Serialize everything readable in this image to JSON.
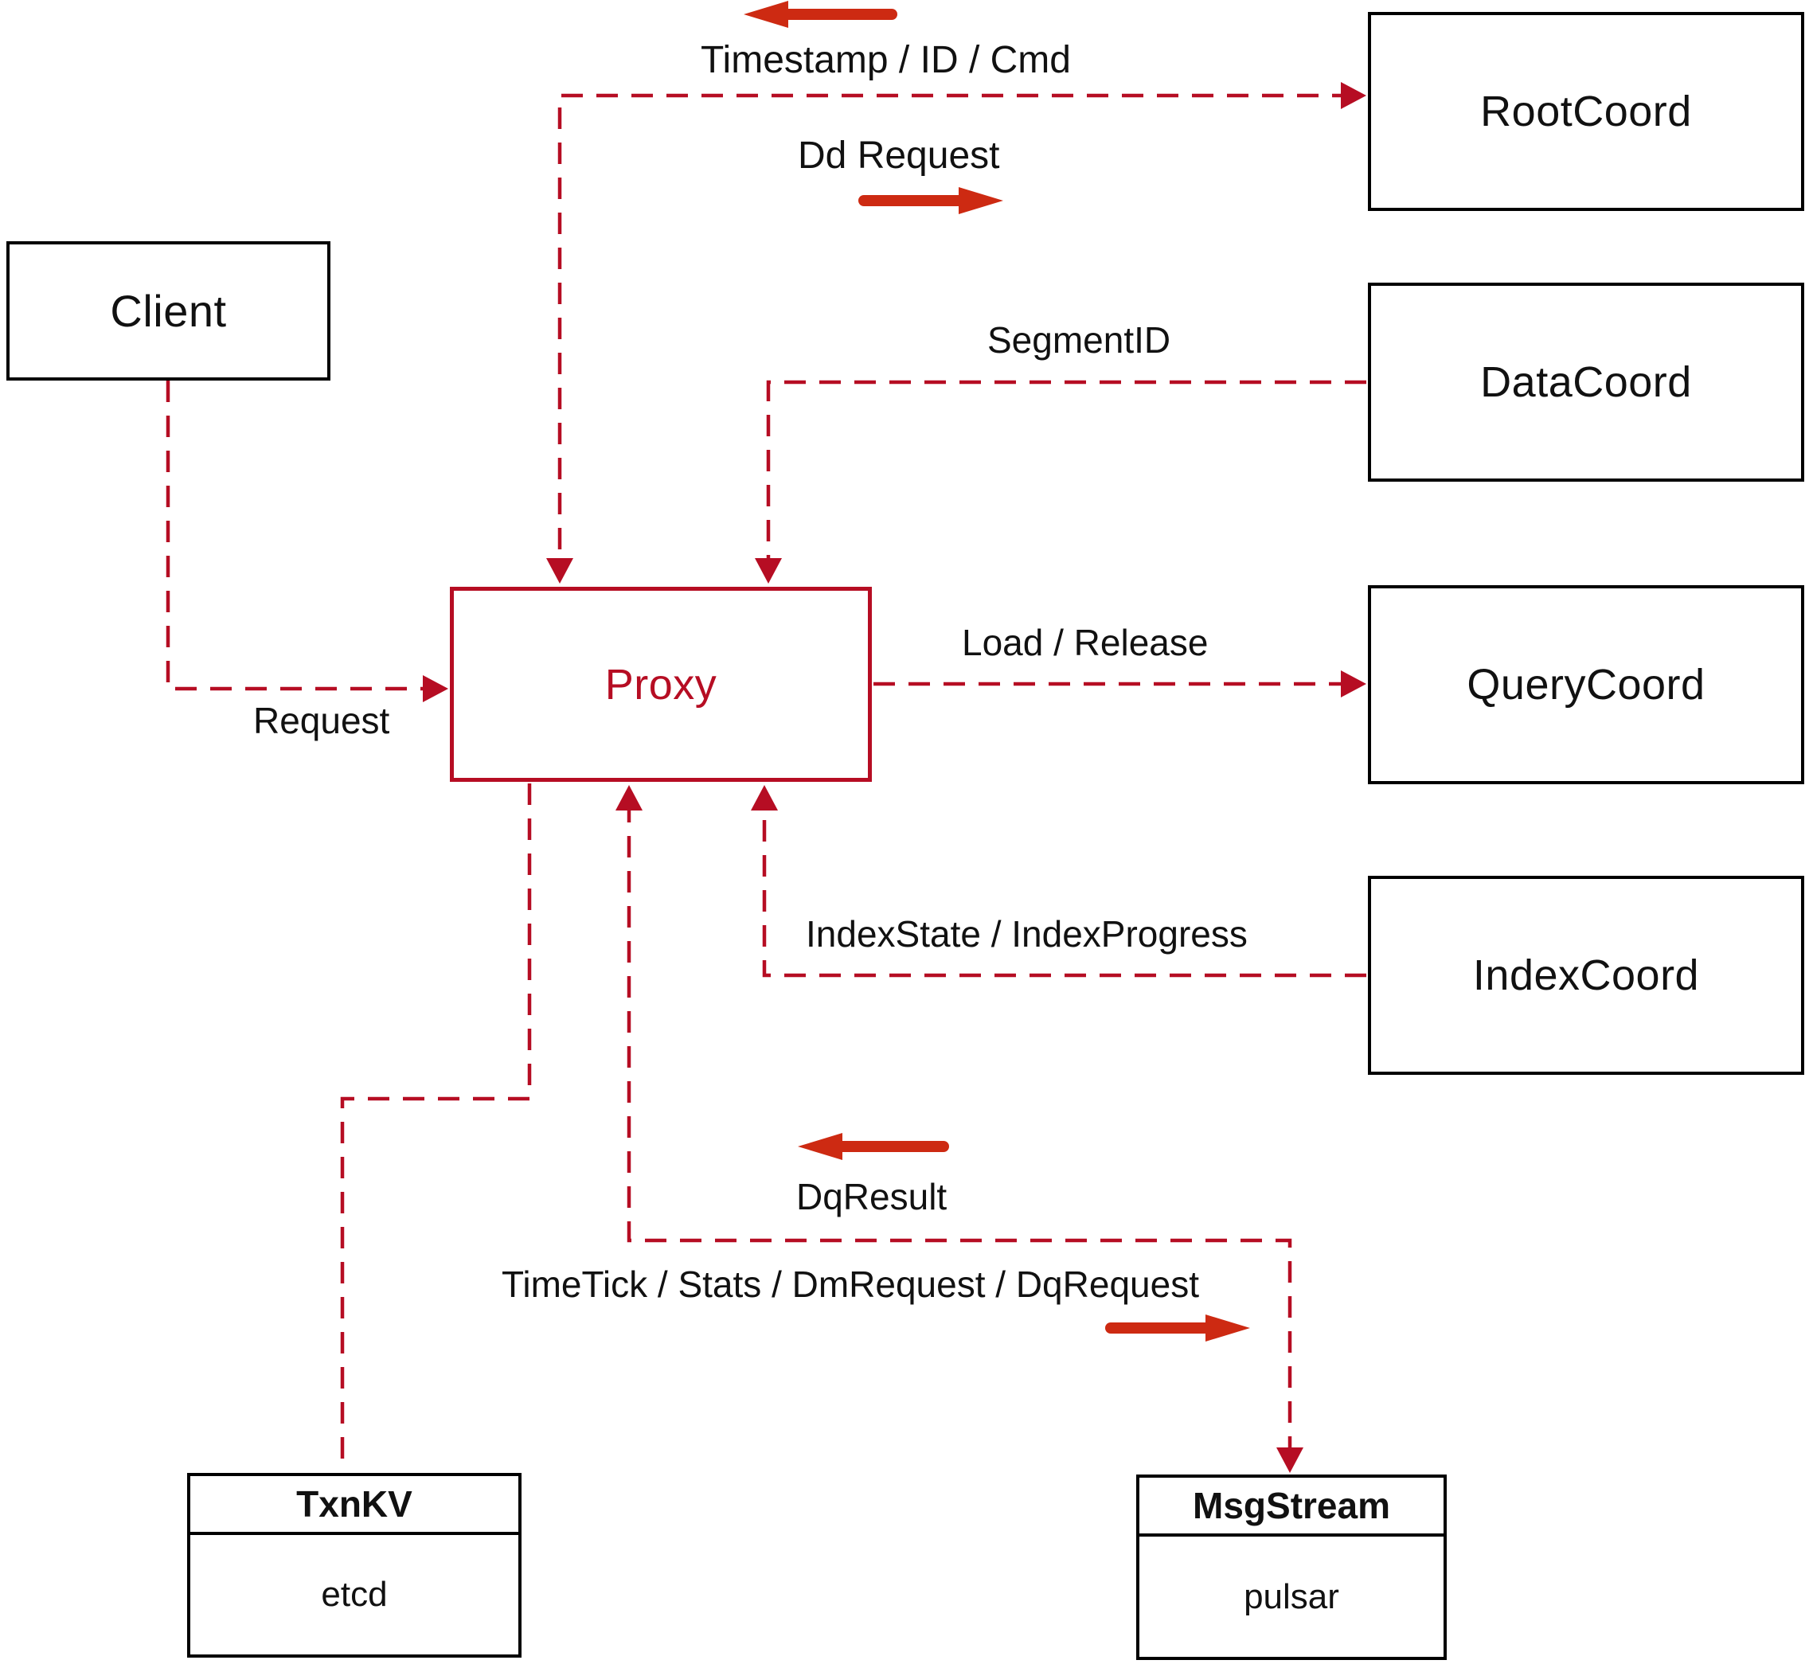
{
  "diagram": {
    "nodes": {
      "client": {
        "label": "Client"
      },
      "proxy": {
        "label": "Proxy"
      },
      "root_coord": {
        "label": "RootCoord"
      },
      "data_coord": {
        "label": "DataCoord"
      },
      "query_coord": {
        "label": "QueryCoord"
      },
      "index_coord": {
        "label": "IndexCoord"
      },
      "txn_kv": {
        "title": "TxnKV",
        "impl": "etcd"
      },
      "msg_stream": {
        "title": "MsgStream",
        "impl": "pulsar"
      }
    },
    "edge_labels": {
      "timestamp": "Timestamp / ID / Cmd",
      "dd_request": "Dd Request",
      "segment_id": "SegmentID",
      "request": "Request",
      "load_release": "Load / Release",
      "index_state": "IndexState / IndexProgress",
      "dq_result": "DqResult",
      "time_tick": "TimeTick / Stats / DmRequest / DqRequest"
    },
    "colors": {
      "path_red": "#b60d23",
      "arrow_red": "#cd2a12",
      "box_border": "#000000",
      "text": "#111111",
      "background": "#ffffff"
    }
  }
}
